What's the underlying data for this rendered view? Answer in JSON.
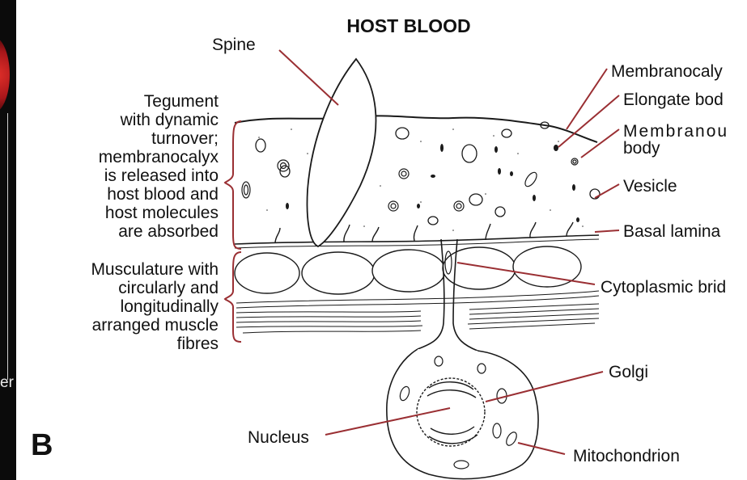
{
  "left_strip": {
    "partial_text": "er"
  },
  "panel_letter": "B",
  "title": "HOST BLOOD",
  "colors": {
    "title": "#a8363a",
    "leader": "#9a2f33",
    "outline": "#1a1a1a"
  },
  "left_labels": {
    "tegument": [
      "Tegument",
      "with dynamic",
      "turnover;",
      "membranocalyx",
      "is released into",
      "host blood and",
      "host molecules",
      "are absorbed"
    ],
    "musculature": [
      "Musculature with",
      "circularly and",
      "longitudinally",
      "arranged muscle",
      "fibres"
    ]
  },
  "labels": {
    "spine": "Spine",
    "membranocalyx": "Membranocaly",
    "elongate_body": "Elongate bod",
    "membranous_body": [
      "Membranou",
      "body"
    ],
    "vesicle": "Vesicle",
    "basal_lamina": "Basal lamina",
    "cytoplasmic_bridge": "Cytoplasmic brid",
    "golgi": "Golgi",
    "nucleus": "Nucleus",
    "mitochondrion": "Mitochondrion"
  }
}
